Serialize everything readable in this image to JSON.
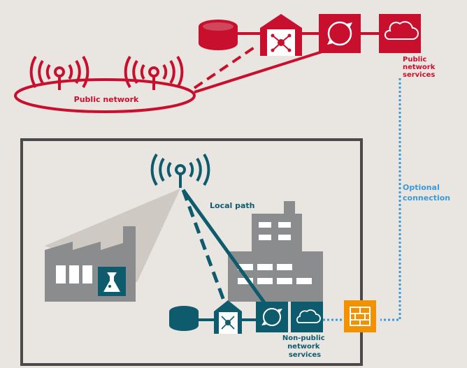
{
  "labels": {
    "public_network": "Public network",
    "public_services": [
      "Public",
      "network",
      "services"
    ],
    "optional_connection": [
      "Optional",
      "connection"
    ],
    "local_path": "Local path",
    "nonpublic_services": [
      "Non-public",
      "network",
      "services"
    ]
  },
  "colors": {
    "public": "#c8102e",
    "nonpublic": "#0f5b6e",
    "optional": "#3a9ad9",
    "firewall": "#f39200",
    "building": "#8a8c8e",
    "background": "#e9e6e1",
    "frame": "#4a4a4a"
  },
  "icons": [
    "database-icon",
    "core-network-icon",
    "sync-icon",
    "cloud-icon",
    "antenna-icon",
    "factory-icon",
    "office-building-icon",
    "flask-icon",
    "firewall-icon"
  ]
}
